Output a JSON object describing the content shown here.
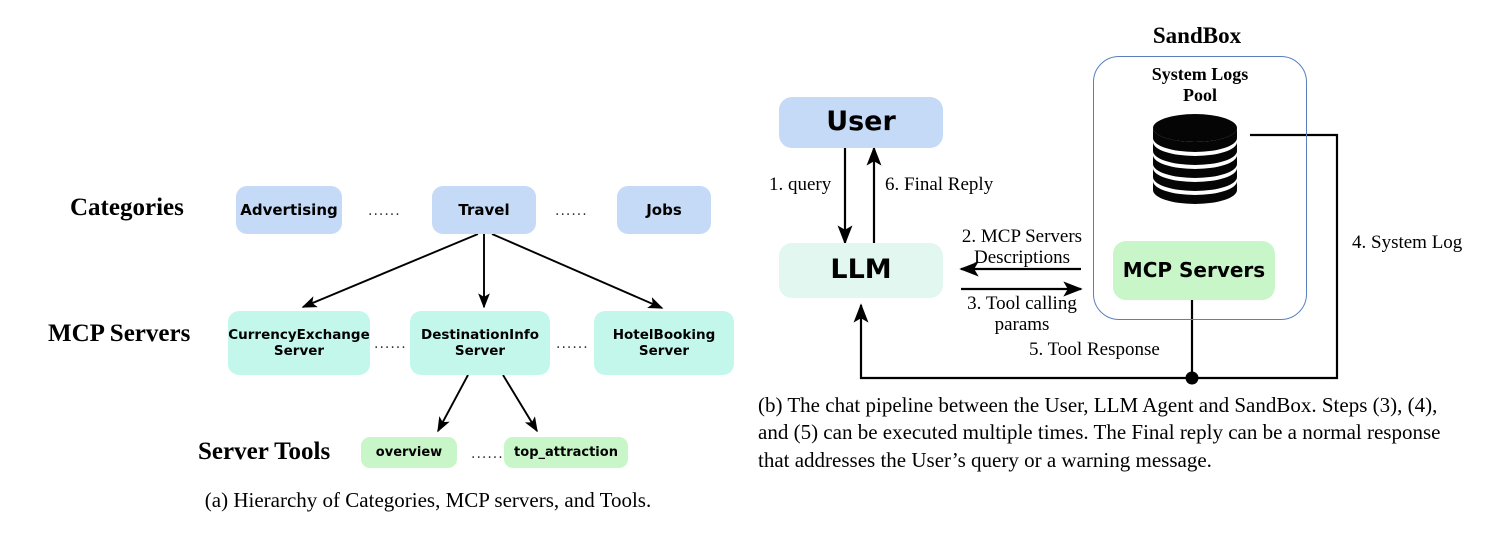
{
  "figure": {
    "panel_a": {
      "rows": [
        {
          "label": "Categories"
        },
        {
          "label": "MCP Servers"
        },
        {
          "label": "Server Tools"
        }
      ],
      "categories": [
        {
          "name": "Advertising"
        },
        {
          "name": "Travel"
        },
        {
          "name": "Jobs"
        }
      ],
      "mcp_servers": [
        {
          "line1": "CurrencyExchange",
          "line2": "Server"
        },
        {
          "line1": "DestinationInfo",
          "line2": "Server"
        },
        {
          "line1": "HotelBooking",
          "line2": "Server"
        }
      ],
      "server_tools": [
        {
          "name": "overview"
        },
        {
          "name": "top_attraction"
        }
      ],
      "ellipsis": "......",
      "caption": "(a) Hierarchy of Categories, MCP servers, and Tools."
    },
    "panel_b": {
      "sandbox_title": "SandBox",
      "pool_title_line1": "System Logs",
      "pool_title_line2": "Pool",
      "nodes": {
        "user": "User",
        "llm": "LLM",
        "mcp_servers": "MCP Servers"
      },
      "steps": {
        "s1": "1. query",
        "s6": "6. Final Reply",
        "s2_line1": "2. MCP Servers",
        "s2_line2": "Descriptions",
        "s3_line1": "3. Tool calling",
        "s3_line2": "params",
        "s4": "4. System Log",
        "s5": "5. Tool Response"
      },
      "caption": "(b) The chat pipeline between the User, LLM Agent and SandBox. Steps (3), (4), and (5) can be executed multiple times. The Final reply can be a normal response that addresses the User’s query or a warning message."
    }
  },
  "colors": {
    "category_blue": "#c5daf7",
    "server_teal": "#c3f7ec",
    "tool_green": "#c8f6c8",
    "llm_mint": "#e2f7f0",
    "sandbox_border": "#5a7fbd",
    "edge_black": "#000000"
  }
}
